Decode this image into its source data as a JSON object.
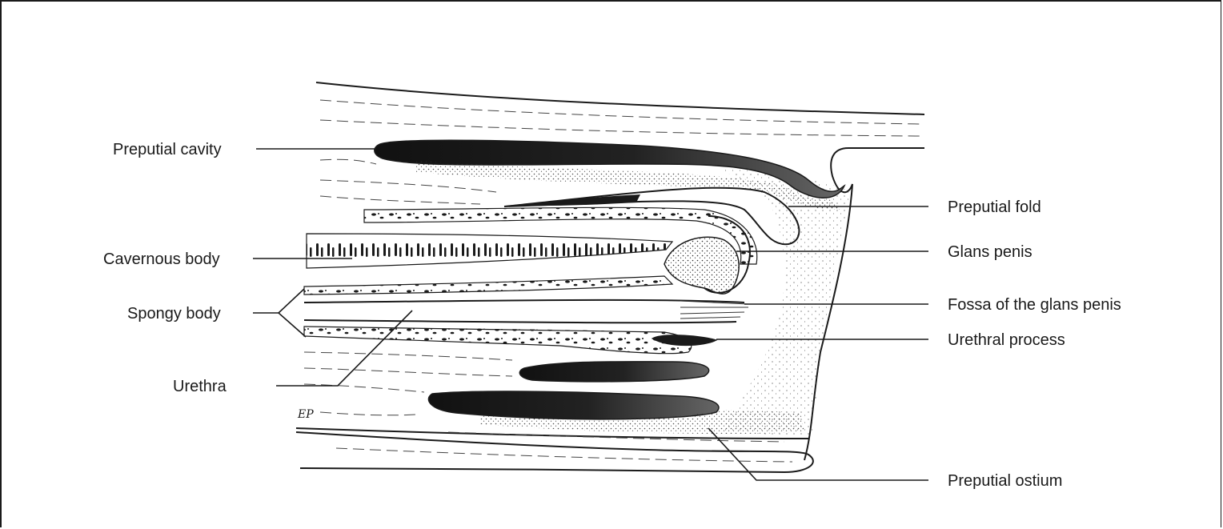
{
  "labels": {
    "preputial_cavity": "Preputial cavity",
    "cavernous_body": "Cavernous body",
    "spongy_body": "Spongy body",
    "urethra": "Urethra",
    "preputial_fold": "Preputial fold",
    "glans_penis": "Glans penis",
    "fossa_glans": "Fossa of the glans penis",
    "urethral_process": "Urethral process",
    "preputial_ostium": "Preputial ostium"
  },
  "signature": "EP",
  "colors": {
    "ink": "#1a1a1a",
    "paper": "#ffffff",
    "stipple": "#2b2b2b"
  }
}
